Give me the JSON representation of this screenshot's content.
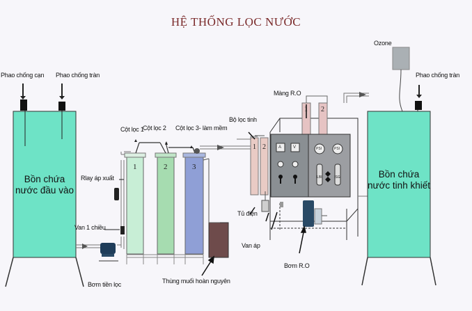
{
  "title": "HỆ THỐNG LỌC NƯỚC",
  "labels": {
    "phao_chong_can": "Phao chống cạn",
    "phao_chong_tran_left": "Phao chống tràn",
    "bon_chua_dau_vao": "Bồn chứa nước đầu vào",
    "rlay_ap_xuat": "Rlay áp xuất",
    "van_1_chieu": "Van 1 chiều",
    "bom_tien_loc": "Bơm tiền lọc",
    "cot_loc_1": "Cột lọc 1",
    "cot_loc_2": "Cột lọc 2",
    "cot_loc_3": "Cột lọc 3- làm mềm",
    "thung_muoi": "Thùng muối hoàn nguyên",
    "bo_loc_tinh": "Bộ lọc tinh",
    "mang_ro": "Màng R.O",
    "tu_dien": "Tủ điện",
    "van_ap": "Van áp",
    "bom_ro": "Bơm R.O",
    "ozone": "Ozone",
    "phao_chong_tran_right": "Phao chống tràn",
    "bon_chua_tinh_khiet": "Bồn chứa nước tinh khiết"
  },
  "column_numbers": [
    "1",
    "2",
    "3"
  ],
  "fine_filter_numbers": [
    "1",
    "2"
  ],
  "membrane_numbers": [
    "1",
    "2"
  ],
  "panel": {
    "meter_a": "A",
    "meter_v": "V",
    "gauge_left": "PSI",
    "gauge_right": "PSI",
    "flow_left": "LBI",
    "flow_right": "ISG"
  },
  "colors": {
    "tank": "#6ee3c6",
    "column_1": "#c8eed6",
    "column_2": "#a6dcb0",
    "column_3": "#8f9fd6",
    "salt_tank": "#6e4b4b",
    "membrane": "#e6c3c3",
    "pump": "#2a4a66",
    "title": "#7a2a2a"
  }
}
